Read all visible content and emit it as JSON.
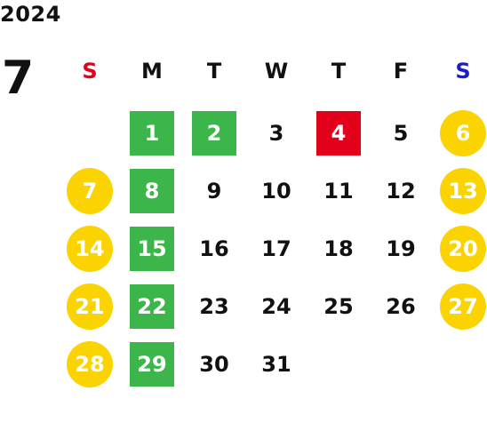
{
  "year": "2024",
  "month": "7",
  "weekdays": [
    "S",
    "M",
    "T",
    "W",
    "T",
    "F",
    "S"
  ],
  "colors": {
    "sunday_label": "#e3001b",
    "saturday_label": "#1c1ccf",
    "weekend_circle": "#fbd300",
    "green_highlight": "#3cb54a",
    "red_highlight": "#e3001b"
  },
  "weeks": [
    [
      "",
      "1",
      "2",
      "3",
      "4",
      "5",
      "6"
    ],
    [
      "7",
      "8",
      "9",
      "10",
      "11",
      "12",
      "13"
    ],
    [
      "14",
      "15",
      "16",
      "17",
      "18",
      "19",
      "20"
    ],
    [
      "21",
      "22",
      "23",
      "24",
      "25",
      "26",
      "27"
    ],
    [
      "28",
      "29",
      "30",
      "31",
      "",
      "",
      ""
    ]
  ]
}
